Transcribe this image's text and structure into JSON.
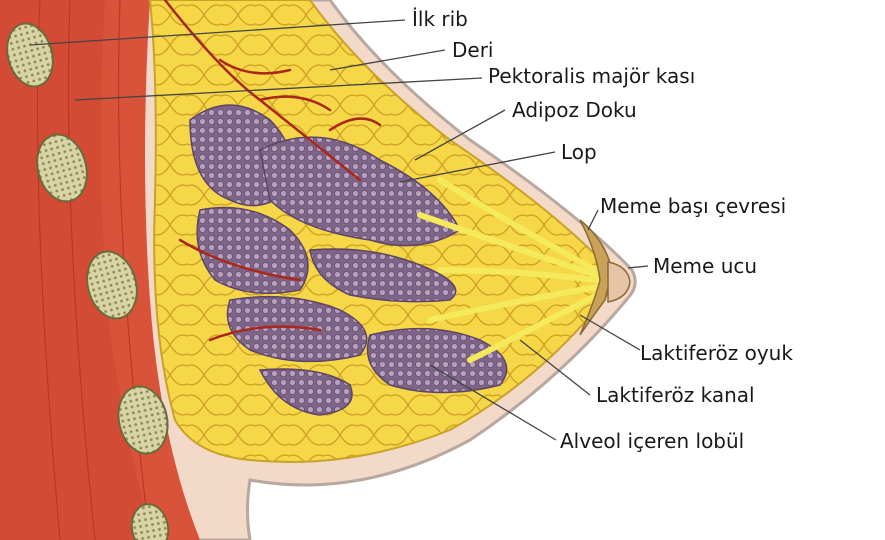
{
  "labels": {
    "ilk_rib": "İlk rib",
    "deri": "Deri",
    "pektoralis": "Pektoralis majör kası",
    "adipoz": "Adipoz Doku",
    "lop": "Lop",
    "meme_basi_cevresi": "Meme başı çevresi",
    "meme_ucu": "Meme ucu",
    "laktiferoz_oyuk": "Laktiferöz oyuk",
    "laktiferoz_kanal": "Laktiferöz kanal",
    "alveol": "Alveol içeren lobül"
  },
  "colors": {
    "skin": "#f3d9c8",
    "skin_edge": "#b8a8a0",
    "muscle": "#d9533a",
    "rib_fill": "#d7d3a7",
    "fat": "#f4d240",
    "fat_edge": "#c9a22a",
    "lobe": "#8a7092",
    "lobe_dot": "#b8a4c0",
    "duct": "#f6ec6a",
    "vessel": "#a8281c",
    "leader": "#444444"
  }
}
